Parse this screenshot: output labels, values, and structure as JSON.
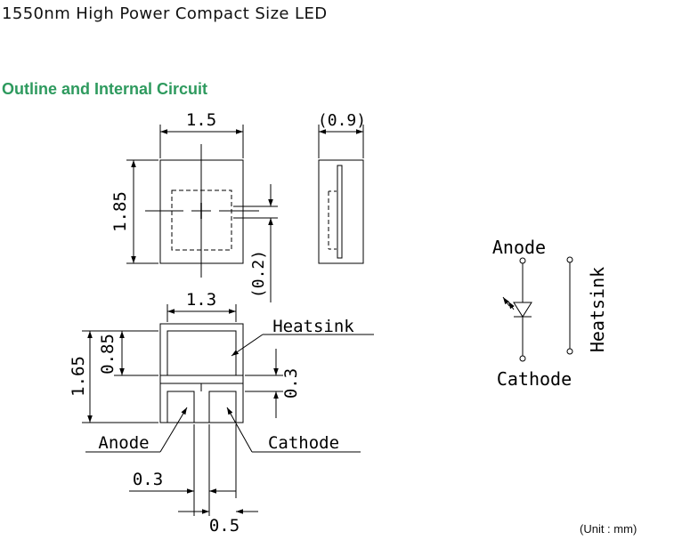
{
  "title": "1550nm High Power Compact Size LED",
  "section_title": "Outline and Internal Circuit",
  "unit_note": "(Unit : mm)",
  "dims": {
    "top_width": "1.5",
    "side_width": "(0.9)",
    "height": "1.85",
    "offset": "(0.2)",
    "bottom_width": "1.3",
    "total_height": "1.65",
    "upper_height": "0.85",
    "gap_height": "0.3",
    "pad_offset": "0.3",
    "pad_width": "0.5"
  },
  "labels": {
    "heatsink": "Heatsink",
    "anode": "Anode",
    "cathode": "Cathode"
  },
  "circuit": {
    "anode": "Anode",
    "cathode": "Cathode",
    "heatsink": "Heatsink"
  }
}
